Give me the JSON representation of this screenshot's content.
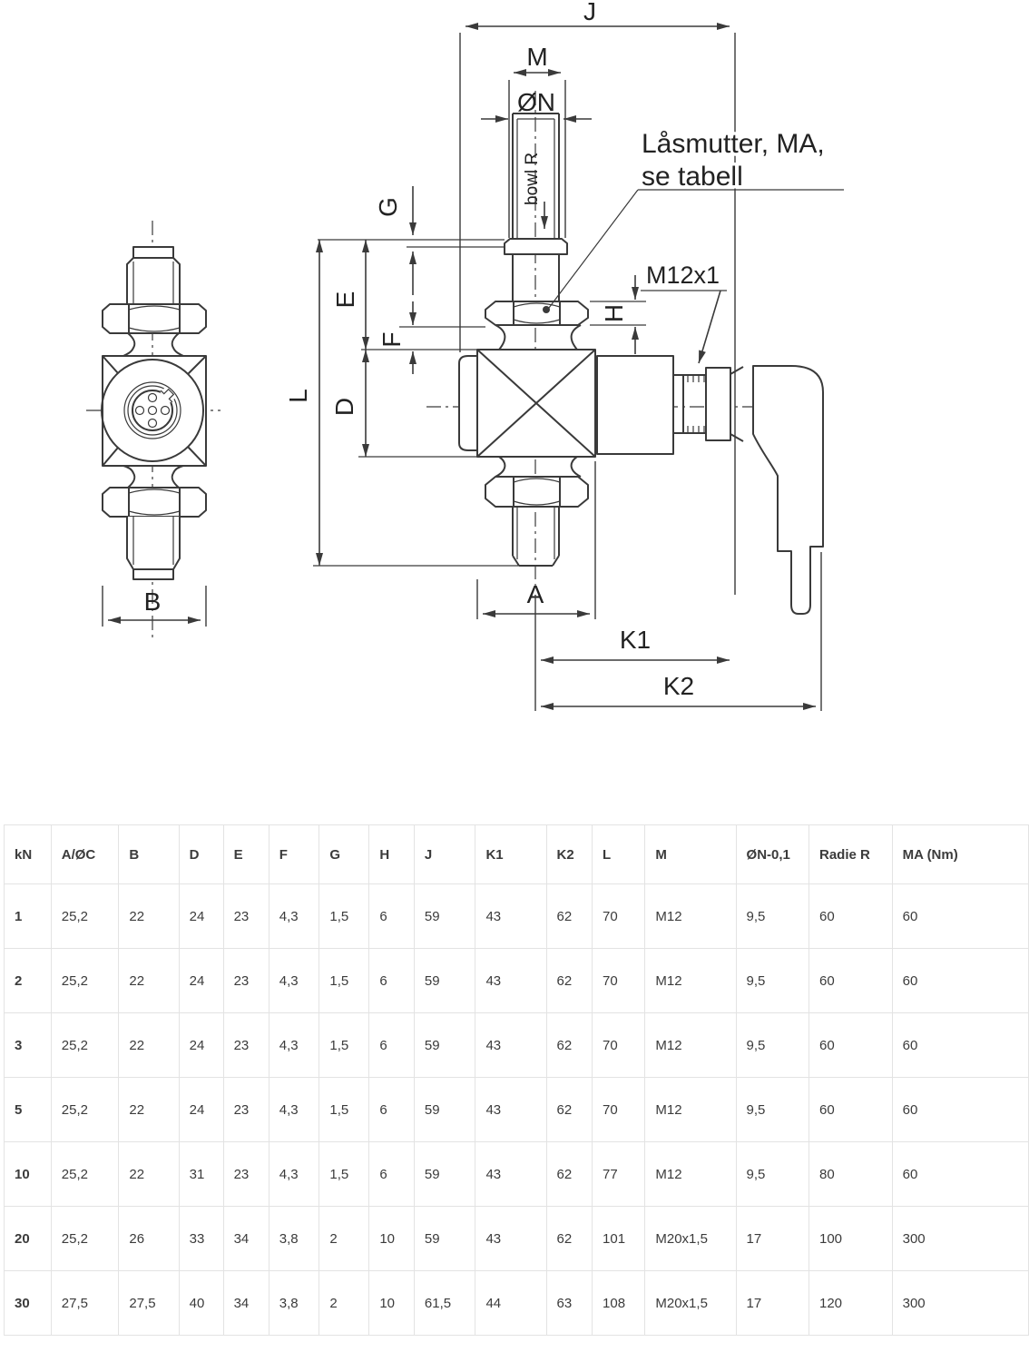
{
  "drawing": {
    "labels": {
      "dim_j": "J",
      "dim_m": "M",
      "dim_on": "ØN",
      "bowl_r": "bowl R",
      "locknut_note_line1": "Låsmutter, MA,",
      "locknut_note_line2": "se tabell",
      "thread": "M12x1",
      "dim_g": "G",
      "dim_e": "E",
      "dim_f": "F",
      "dim_l": "L",
      "dim_d": "D",
      "dim_h": "H",
      "dim_a": "A",
      "dim_k1": "K1",
      "dim_k2": "K2",
      "dim_b": "B"
    },
    "line_color": "#3a3a3a"
  },
  "table": {
    "columns": [
      "kN",
      "A/ØC",
      "B",
      "D",
      "E",
      "F",
      "G",
      "H",
      "J",
      "K1",
      "K2",
      "L",
      "M",
      "ØN-0,1",
      "Radie R",
      "MA (Nm)"
    ],
    "rows": [
      [
        "1",
        "25,2",
        "22",
        "24",
        "23",
        "4,3",
        "1,5",
        "6",
        "59",
        "43",
        "62",
        "70",
        "M12",
        "9,5",
        "60",
        "60"
      ],
      [
        "2",
        "25,2",
        "22",
        "24",
        "23",
        "4,3",
        "1,5",
        "6",
        "59",
        "43",
        "62",
        "70",
        "M12",
        "9,5",
        "60",
        "60"
      ],
      [
        "3",
        "25,2",
        "22",
        "24",
        "23",
        "4,3",
        "1,5",
        "6",
        "59",
        "43",
        "62",
        "70",
        "M12",
        "9,5",
        "60",
        "60"
      ],
      [
        "5",
        "25,2",
        "22",
        "24",
        "23",
        "4,3",
        "1,5",
        "6",
        "59",
        "43",
        "62",
        "70",
        "M12",
        "9,5",
        "60",
        "60"
      ],
      [
        "10",
        "25,2",
        "22",
        "31",
        "23",
        "4,3",
        "1,5",
        "6",
        "59",
        "43",
        "62",
        "77",
        "M12",
        "9,5",
        "80",
        "60"
      ],
      [
        "20",
        "25,2",
        "26",
        "33",
        "34",
        "3,8",
        "2",
        "10",
        "59",
        "43",
        "62",
        "101",
        "M20x1,5",
        "17",
        "100",
        "300"
      ],
      [
        "30",
        "27,5",
        "27,5",
        "40",
        "34",
        "3,8",
        "2",
        "10",
        "61,5",
        "44",
        "63",
        "108",
        "M20x1,5",
        "17",
        "120",
        "300"
      ]
    ]
  }
}
